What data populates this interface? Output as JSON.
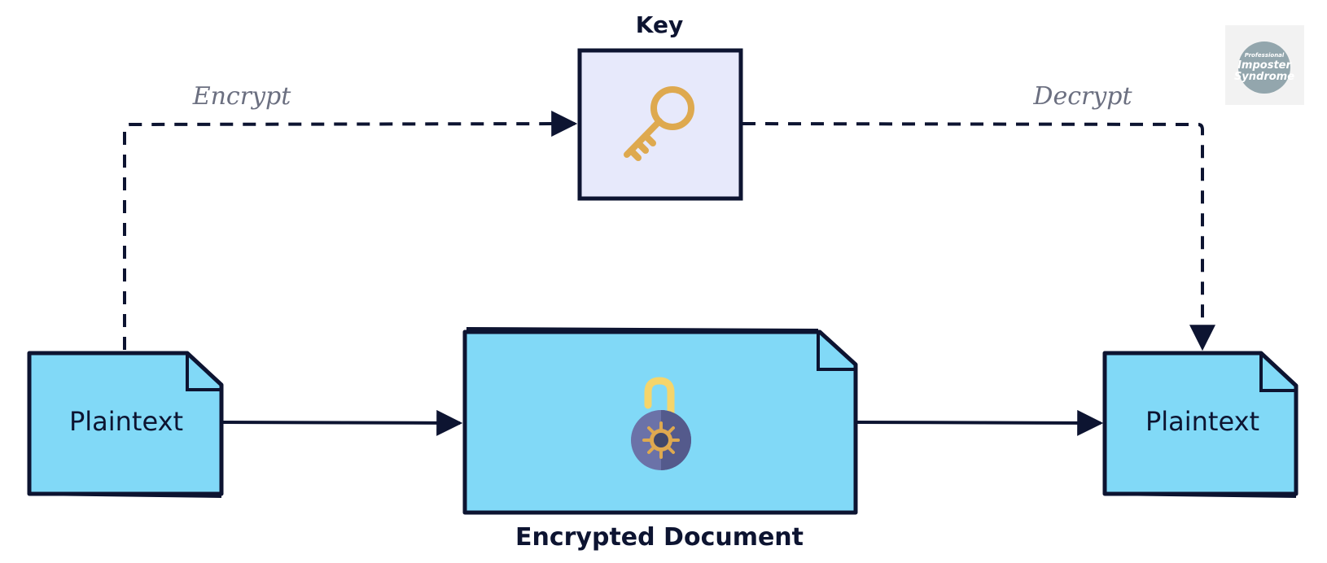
{
  "diagram": {
    "key_label": "Key",
    "encrypt_label": "Encrypt",
    "decrypt_label": "Decrypt",
    "plaintext_left_label": "Plaintext",
    "plaintext_right_label": "Plaintext",
    "encrypted_label": "Encrypted Document"
  },
  "logo": {
    "small": "Professional",
    "line1": "Imposter",
    "line2": "Syndrome"
  },
  "colors": {
    "stroke": "#0d1431",
    "doc_fill": "#81d9f7",
    "key_box_fill": "#e7e9fb",
    "key_icon": "#dea94f",
    "lock_body": "#6b72a8",
    "logo_bg": "#f2f2f2",
    "logo_circle": "#93a6ad"
  }
}
